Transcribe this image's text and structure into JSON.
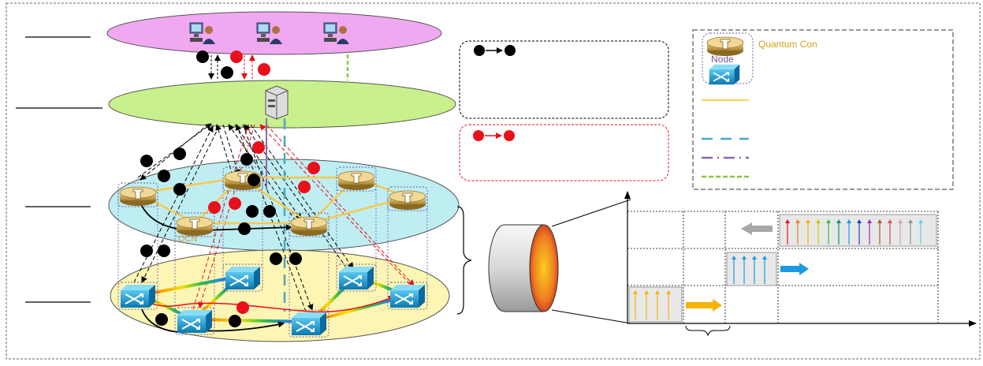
{
  "legend": {
    "node_word": "Node",
    "quantum_label": "Quantum Con"
  },
  "layer_labels": [],
  "layers": {
    "qkd_layer_partial_label": "QCN"
  },
  "colors": {
    "app_layer": "#f0a8f0",
    "control_layer": "#c8f08c",
    "qkd_layer": "#bfeef2",
    "optical_layer": "#fdf5b4",
    "classical_dot": "#000000",
    "quantum_dot": "#e8101a",
    "node_gold": "#c8a24a",
    "switch_blue": "#1aa6d8",
    "quantum_text": "#d4a017",
    "node_text": "#7a5a9a",
    "yellow_link": "#f7d36a",
    "cyan_dash": "#4aa8c4",
    "purple_dashdot": "#8a6aaa",
    "green_dash": "#8ac448",
    "blue_arrow": "#1a9ae0",
    "orange_arrow": "#f5b400",
    "gray_arrow": "#a8a8a8"
  },
  "icons": [
    "user-terminal-icon",
    "server-icon",
    "qkd-node-icon",
    "optical-switch-icon",
    "fiber-cylinder-icon"
  ]
}
